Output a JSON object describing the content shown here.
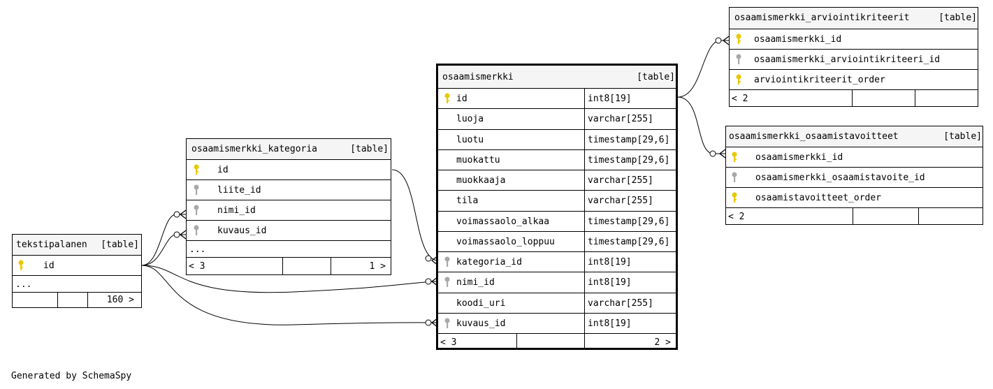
{
  "colors": {
    "primary_key": "#e8c800",
    "foreign_key": "#a8a8a8",
    "header_bg": "#f5f5f5"
  },
  "tables": {
    "tekstipalanen": {
      "name": "tekstipalanen",
      "kind": "[table]",
      "columns": [
        {
          "name": "id",
          "key": "primary-key-icon"
        }
      ],
      "more": "...",
      "footer": {
        "children": "",
        "mid": "",
        "parents": "160 >"
      }
    },
    "kategoria": {
      "name": "osaamismerkki_kategoria",
      "kind": "[table]",
      "columns": [
        {
          "name": "id",
          "key": "primary-key-icon"
        },
        {
          "name": "liite_id",
          "key": "foreign-key-icon"
        },
        {
          "name": "nimi_id",
          "key": "foreign-key-icon"
        },
        {
          "name": "kuvaus_id",
          "key": "foreign-key-icon"
        }
      ],
      "more": "...",
      "footer": {
        "children": "< 3",
        "mid": "",
        "parents": "1 >"
      }
    },
    "osaamismerkki": {
      "name": "osaamismerkki",
      "kind": "[table]",
      "columns": [
        {
          "name": "id",
          "type": "int8[19]",
          "key": "primary-key-icon"
        },
        {
          "name": "luoja",
          "type": "varchar[255]",
          "key": ""
        },
        {
          "name": "luotu",
          "type": "timestamp[29,6]",
          "key": ""
        },
        {
          "name": "muokattu",
          "type": "timestamp[29,6]",
          "key": ""
        },
        {
          "name": "muokkaaja",
          "type": "varchar[255]",
          "key": ""
        },
        {
          "name": "tila",
          "type": "varchar[255]",
          "key": ""
        },
        {
          "name": "voimassaolo_alkaa",
          "type": "timestamp[29,6]",
          "key": ""
        },
        {
          "name": "voimassaolo_loppuu",
          "type": "timestamp[29,6]",
          "key": ""
        },
        {
          "name": "kategoria_id",
          "type": "int8[19]",
          "key": "foreign-key-icon"
        },
        {
          "name": "nimi_id",
          "type": "int8[19]",
          "key": "foreign-key-icon"
        },
        {
          "name": "koodi_uri",
          "type": "varchar[255]",
          "key": ""
        },
        {
          "name": "kuvaus_id",
          "type": "int8[19]",
          "key": "foreign-key-icon"
        }
      ],
      "footer": {
        "children": "< 3",
        "mid": "",
        "parents": "2 >"
      }
    },
    "arviointi": {
      "name": "osaamismerkki_arviointikriteerit",
      "kind": "[table]",
      "columns": [
        {
          "name": "osaamismerkki_id",
          "key": "primary-key-icon"
        },
        {
          "name": "osaamismerkki_arviointikriteeri_id",
          "key": "foreign-key-icon"
        },
        {
          "name": "arviointikriteerit_order",
          "key": "primary-key-icon"
        }
      ],
      "footer": {
        "children": "< 2",
        "mid": "",
        "parents": ""
      }
    },
    "tavoitteet": {
      "name": "osaamismerkki_osaamistavoitteet",
      "kind": "[table]",
      "columns": [
        {
          "name": "osaamismerkki_id",
          "key": "primary-key-icon"
        },
        {
          "name": "osaamismerkki_osaamistavoite_id",
          "key": "foreign-key-icon"
        },
        {
          "name": "osaamistavoitteet_order",
          "key": "primary-key-icon"
        }
      ],
      "footer": {
        "children": "< 2",
        "mid": "",
        "parents": ""
      }
    }
  },
  "generated_by": "Generated by SchemaSpy"
}
